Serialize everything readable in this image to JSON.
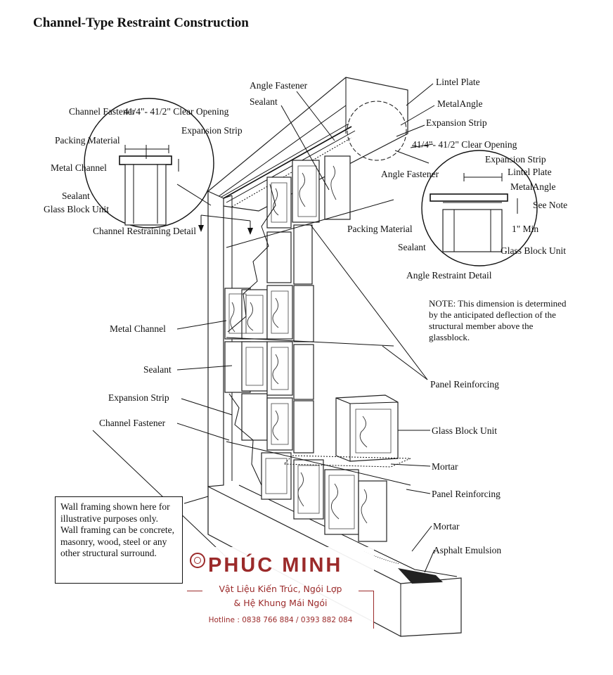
{
  "title": "Channel-Type Restraint Construction",
  "labels": {
    "angle_fastener_top": "Angle Fastener",
    "sealant_top": "Sealant",
    "lintel_plate": "Lintel Plate",
    "metal_angle": "MetalAngle",
    "expansion_strip_top": "Expansion Strip",
    "clear_opening_right": "41/4\"- 41/2\" Clear Opening",
    "expansion_strip_right": "Expansion Strip",
    "angle_fastener_right": "Angle Fastener",
    "lintel_plate_right": "Lintel Plate",
    "metal_angle_right": "MetalAngle",
    "see_note": "See Note",
    "min": "1\" Min",
    "packing_material_right": "Packing Material",
    "sealant_right": "Sealant",
    "glass_block_unit_right": "Glass Block Unit",
    "angle_restraint_detail": "Angle Restraint Detail",
    "channel_fastener_left": "Channel Fastener",
    "clear_opening_left": "41/4\"- 41/2\" Clear Opening",
    "expansion_strip_left": "Expansion Strip",
    "packing_material_left": "Packing Material",
    "metal_channel_left": "Metal Channel",
    "sealant_left": "Sealant",
    "glass_block_unit_left": "Glass Block Unit",
    "channel_restraining_detail": "Channel Restraining Detail",
    "metal_channel": "Metal Channel",
    "sealant": "Sealant",
    "expansion_strip": "Expansion Strip",
    "channel_fastener": "Channel Fastener",
    "panel_reinforcing_1": "Panel Reinforcing",
    "glass_block_unit": "Glass Block Unit",
    "mortar_1": "Mortar",
    "panel_reinforcing_2": "Panel Reinforcing",
    "mortar_2": "Mortar",
    "asphalt_emulsion": "Asphalt Emulsion"
  },
  "note_text": "NOTE: This dimension is determined by the anticipated deflection of the structural member above the glassblock.",
  "framing_note": "Wall framing shown here for illustrative purposes only. Wall framing can be concrete, masonry, wood, steel or any other structural surround.",
  "logo": {
    "brand": "PHÚC MINH",
    "tagline_1": "Vật Liệu Kiến Trúc, Ngói Lợp",
    "tagline_2": "& Hệ Khung Mái Ngói",
    "hotline": "Hotline : 0838 766 884 / 0393 882 084",
    "color": "#9b2a2a"
  }
}
